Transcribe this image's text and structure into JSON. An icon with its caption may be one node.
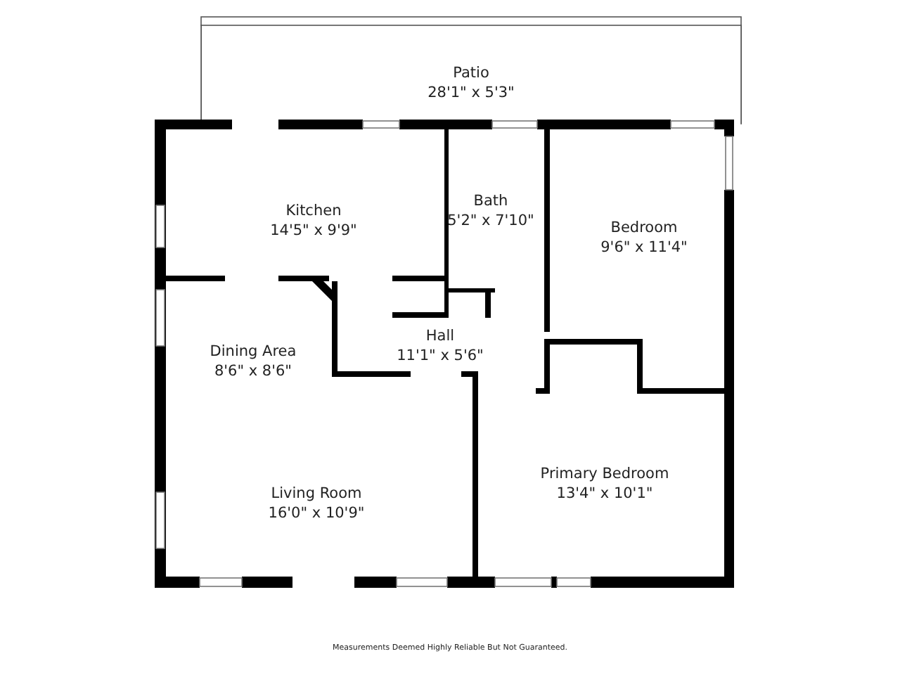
{
  "diagram": {
    "nodes": [
      {
        "text": [
          "Patio",
          "28'1\" x 5'3\""
        ]
      },
      {
        "text": [
          "Kitchen",
          "14'5\" x 9'9\""
        ]
      },
      {
        "text": [
          "Bath",
          "5'2\" x 7'10\""
        ]
      },
      {
        "text": [
          "Bedroom",
          "9'6\" x 11'4\""
        ]
      },
      {
        "text": [
          "Dining Area",
          "8'6\" x 8'6\""
        ]
      },
      {
        "text": [
          "Hall",
          "11'1\" x 5'6\""
        ]
      },
      {
        "text": [
          "Living Room",
          "16'0\" x 10'9\""
        ]
      },
      {
        "text": [
          "Primary Bedroom",
          "13'4\" x 10'1\""
        ]
      }
    ],
    "labels": [
      "Measurements Deemed Highly Reliable But Not Guaranteed."
    ]
  }
}
